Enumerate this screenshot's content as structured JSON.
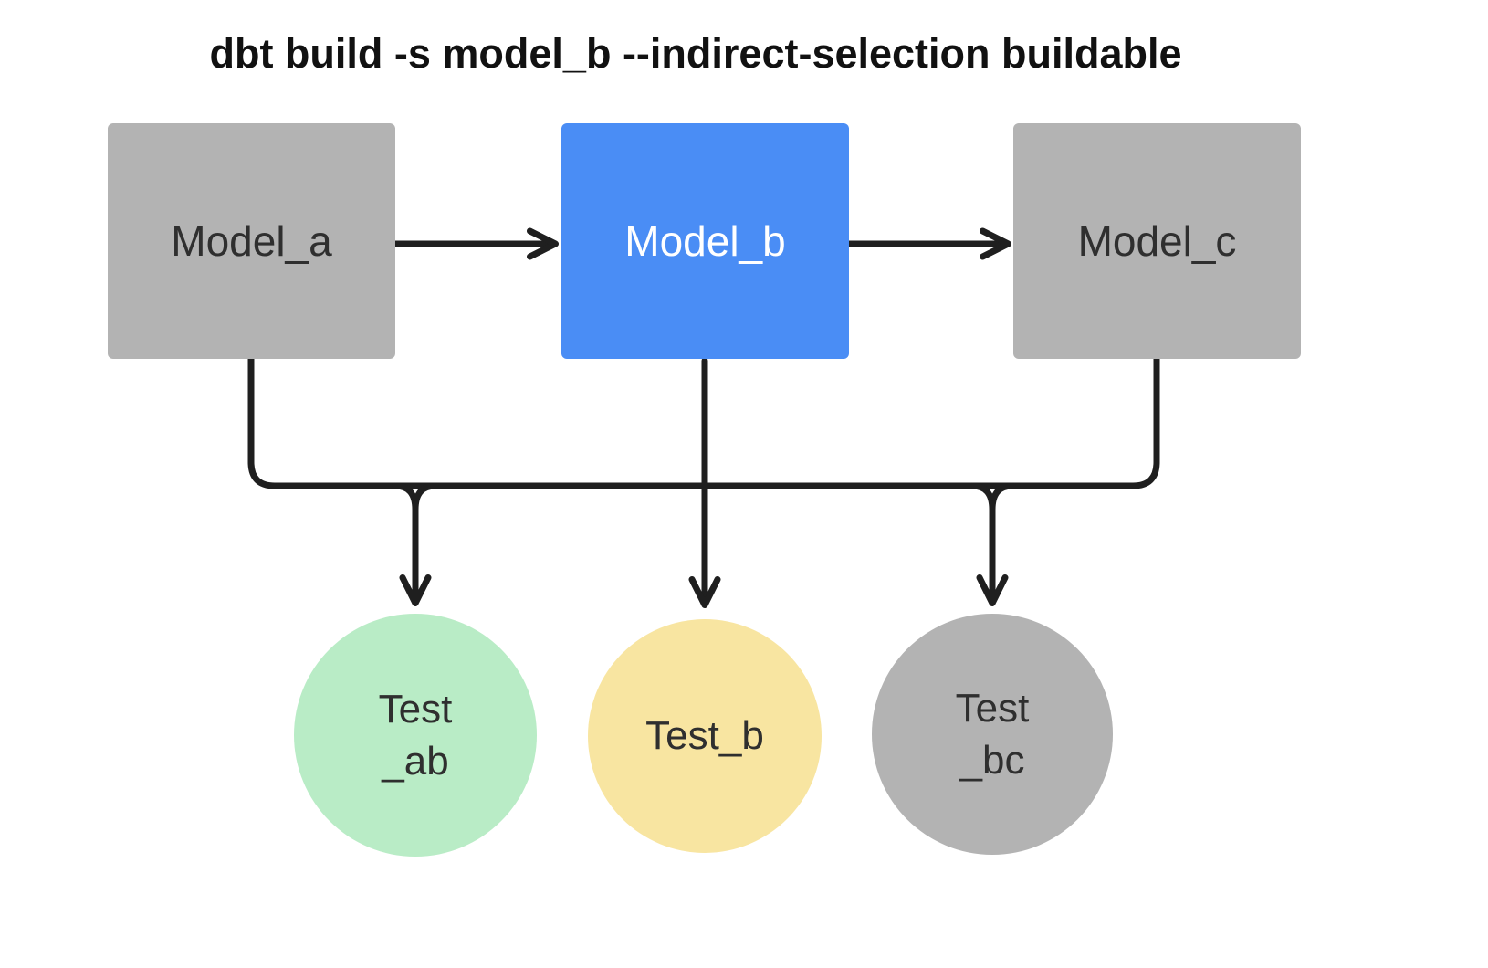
{
  "title": "dbt build -s model_b --indirect-selection buildable",
  "colors": {
    "background": "#ffffff",
    "edge": "#1f1f1f",
    "node_text_dark": "#2f2f2f",
    "node_text_light": "#ffffff",
    "title_text": "#111111"
  },
  "nodes": {
    "model_a": {
      "label": "Model_a",
      "color": "#b3b3b3"
    },
    "model_b": {
      "label": "Model_b",
      "color": "#4a8df5"
    },
    "model_c": {
      "label": "Model_c",
      "color": "#b3b3b3"
    }
  },
  "tests": {
    "test_ab": {
      "line1": "Test",
      "line2": "_ab",
      "color": "#b9ecc6"
    },
    "test_b": {
      "line1": "Test_b",
      "line2": "",
      "color": "#f8e5a1"
    },
    "test_bc": {
      "line1": "Test",
      "line2": "_bc",
      "color": "#b3b3b3"
    }
  },
  "connections": {
    "top_chain": [
      "model_a",
      "model_b",
      "model_c"
    ],
    "bus_sources": [
      "model_a",
      "model_b",
      "model_c"
    ],
    "bus_targets": [
      "test_ab",
      "test_b",
      "test_bc"
    ]
  }
}
